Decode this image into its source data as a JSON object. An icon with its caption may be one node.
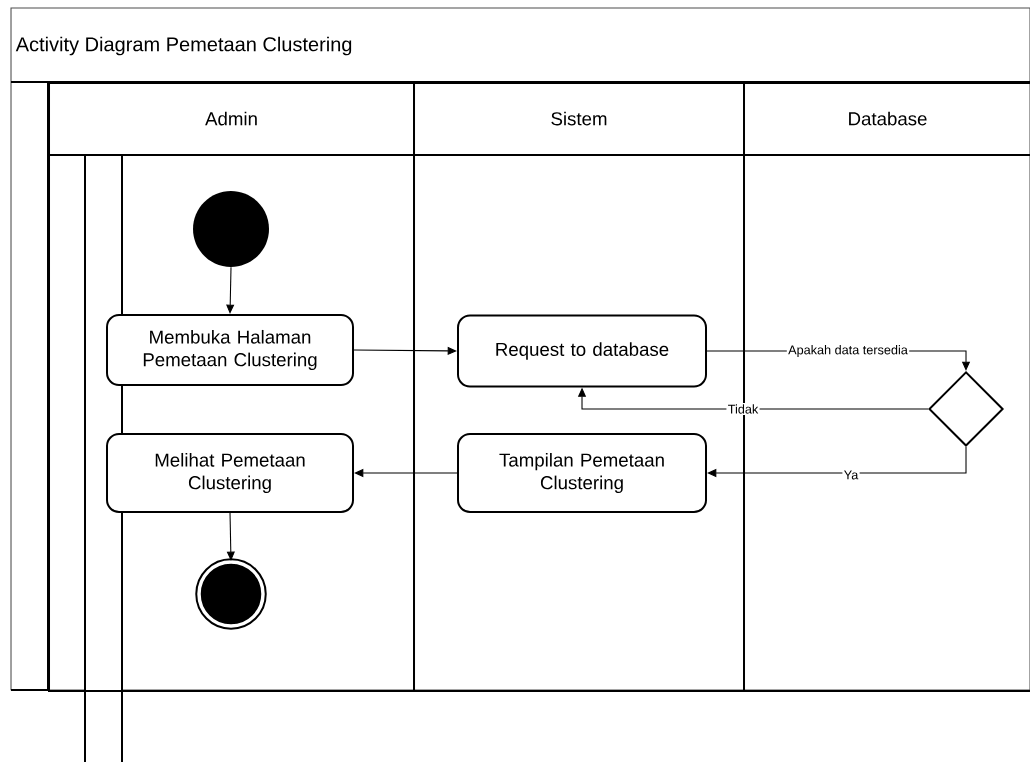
{
  "diagram": {
    "title": "Activity Diagram Pemetaan Clustering",
    "nodes": [
      {
        "text": [
          "Admin"
        ]
      },
      {
        "text": [
          "Sistem"
        ]
      },
      {
        "text": [
          "Database"
        ]
      },
      {
        "text": [],
        "shape": "circle",
        "in": 0
      },
      {
        "text": [
          "Membuka Halaman Pemetaan Clustering"
        ],
        "in": 0
      },
      {
        "text": [
          "Request to database"
        ],
        "in": 1
      },
      {
        "text": [],
        "shape": "diamond",
        "in": 2
      },
      {
        "text": [
          "Tampilan Pemetaan Clustering"
        ],
        "in": 1
      },
      {
        "text": [
          "Melihat Pemetaan Clustering"
        ],
        "in": 0
      },
      {
        "text": [],
        "shape": "circle",
        "in": 0
      }
    ],
    "edges": [
      {
        "from": 3,
        "to": 4,
        "arrow": "to"
      },
      {
        "from": 4,
        "to": 5,
        "arrow": "to"
      },
      {
        "from": 5,
        "to": 6,
        "arrow": "to",
        "label": "Apakah data tersedia"
      },
      {
        "from": 6,
        "to": 5,
        "arrow": "to",
        "label": "Tidak"
      },
      {
        "from": 6,
        "to": 7,
        "arrow": "to",
        "label": "Ya"
      },
      {
        "from": 7,
        "to": 8,
        "arrow": "to"
      },
      {
        "from": 8,
        "to": 9,
        "arrow": "to"
      }
    ]
  }
}
